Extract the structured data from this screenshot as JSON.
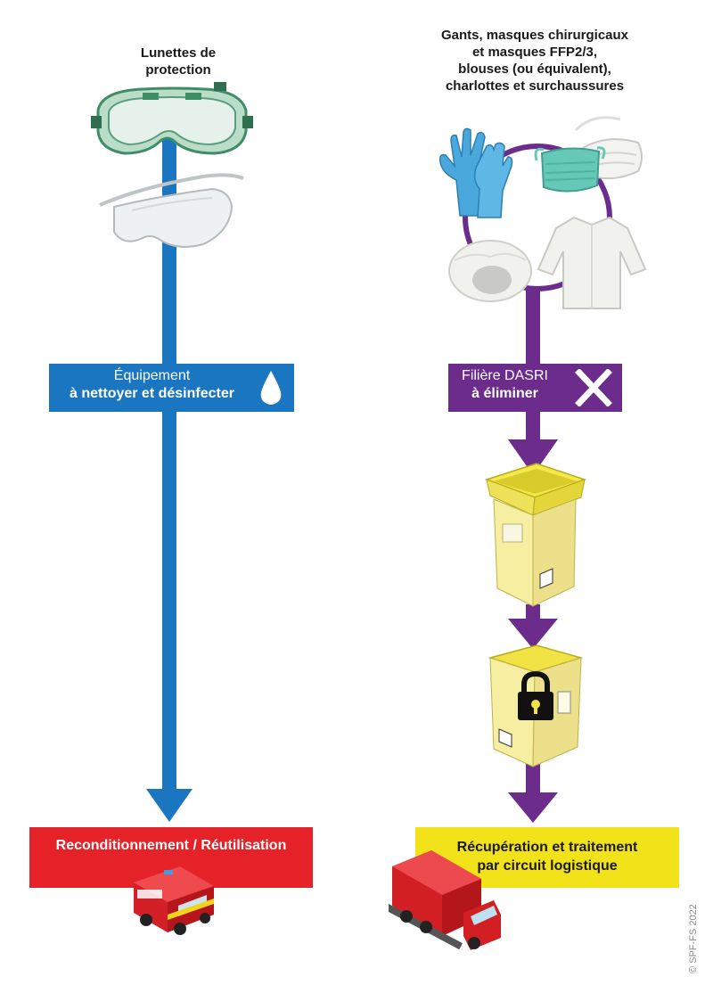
{
  "left_column": {
    "title_line1": "Lunettes de",
    "title_line2": "protection",
    "banner_line1": "Équipement",
    "banner_line2": "à nettoyer et désinfecter",
    "end_label": "Reconditionnement / Réutilisation"
  },
  "right_column": {
    "title_lines": [
      "Gants, masques chirurgicaux",
      "et masques FFP2/3,",
      "blouses (ou équivalent),",
      "charlottes et surchaussures"
    ],
    "banner_line1": "Filière DASRI",
    "banner_line2": "à éliminer",
    "end_line1": "Récupération et traitement",
    "end_line2": "par circuit logistique"
  },
  "copyright": "© SPF-FS 2022",
  "colors": {
    "blue": "#1b76c2",
    "purple": "#6b2c8c",
    "red": "#e52228",
    "yellow": "#f2e21a"
  },
  "icons": [
    "goggles-icon",
    "safety-glasses-icon",
    "droplet-icon",
    "gloves-icon",
    "mask-icon",
    "ffp-mask-icon",
    "cap-icon",
    "gown-icon",
    "cross-icon",
    "sharps-bin-open-icon",
    "sharps-bin-locked-icon",
    "padlock-icon",
    "ambulance-icon",
    "truck-icon"
  ]
}
